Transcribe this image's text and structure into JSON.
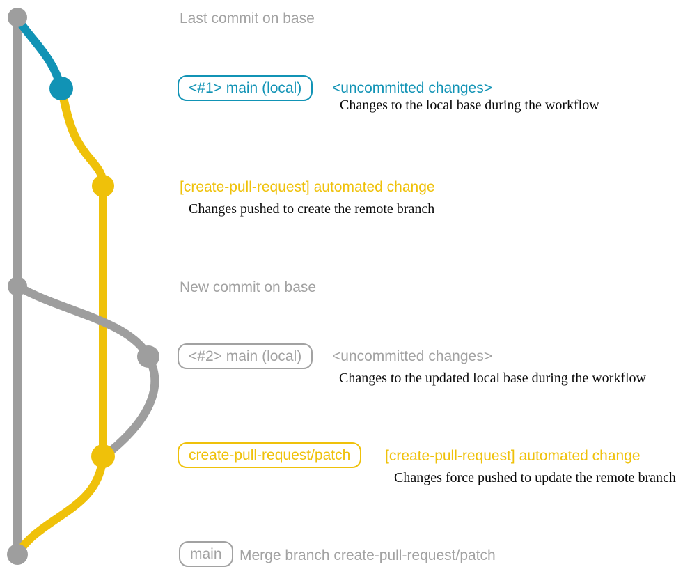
{
  "colors": {
    "teal": "#1193b5",
    "yellow": "#efc10a",
    "gray": "#9e9e9e",
    "gray_text": "#a2a2a2",
    "desc_text": "#0a0a0a"
  },
  "rows": {
    "last_commit": {
      "annotation": "Last commit on base"
    },
    "local1": {
      "badge": "<#1> main (local)",
      "title": "<uncommitted changes>",
      "description": "Changes to the local base during the workflow"
    },
    "push1": {
      "title": "[create-pull-request] automated change",
      "description": "Changes pushed to create the remote branch"
    },
    "new_commit": {
      "annotation": "New commit on base"
    },
    "local2": {
      "badge": "<#2> main (local)",
      "title": "<uncommitted changes>",
      "description": "Changes to the updated local base during the workflow"
    },
    "push2": {
      "badge": "create-pull-request/patch",
      "title": "[create-pull-request] automated change",
      "description": "Changes force pushed to update the remote branch"
    },
    "merge": {
      "badge": "main",
      "annotation": "Merge branch create-pull-request/patch"
    }
  },
  "graph": {
    "branch_colors": {
      "base": "#9e9e9e",
      "main_local": "#1193b5",
      "create_pull_request_patch": "#efc10a"
    },
    "commit_dot_colors": [
      "#9e9e9e",
      "#1193b5",
      "#efc10a",
      "#9e9e9e",
      "#9e9e9e",
      "#efc10a",
      "#9e9e9e"
    ]
  }
}
